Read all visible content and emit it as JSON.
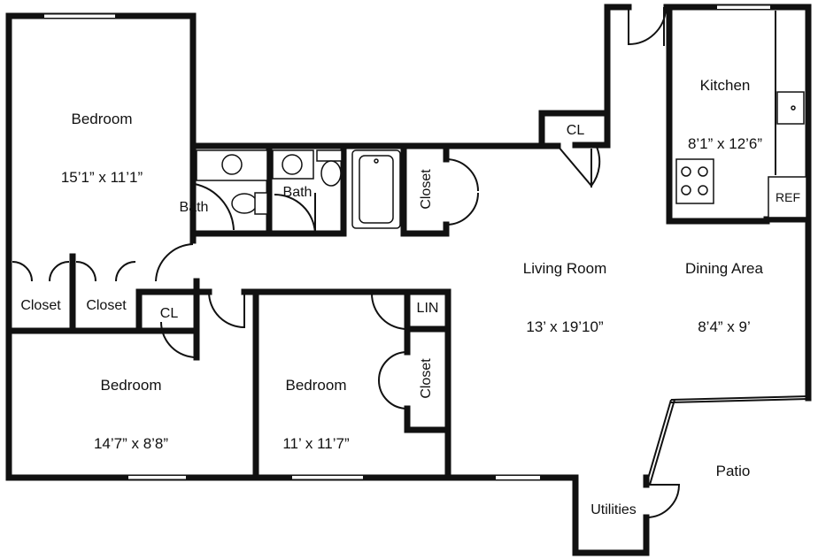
{
  "rooms": {
    "bedroom_top_left": {
      "name": "Bedroom",
      "size": "15’1” x 11’1”"
    },
    "bedroom_bottom_left": {
      "name": "Bedroom",
      "size": "14’7” x 8’8”"
    },
    "bedroom_middle": {
      "name": "Bedroom",
      "size": "11’ x 11’7”"
    },
    "living_room": {
      "name": "Living Room",
      "size": "13’ x 19’10”"
    },
    "dining_area": {
      "name": "Dining Area",
      "size": "8’4” x 9’"
    },
    "kitchen": {
      "name": "Kitchen",
      "size": "8’1” x 12’6”"
    }
  },
  "labels": {
    "bath_left": "Bath",
    "bath_right": "Bath",
    "closet_left": "Closet",
    "closet_right": "Closet",
    "closet_hall": "Closet",
    "closet_bedroom": "Closet",
    "cl_left": "CL",
    "cl_kitchen": "CL",
    "lin": "LIN",
    "ref": "REF",
    "patio": "Patio",
    "utilities": "Utilities"
  }
}
